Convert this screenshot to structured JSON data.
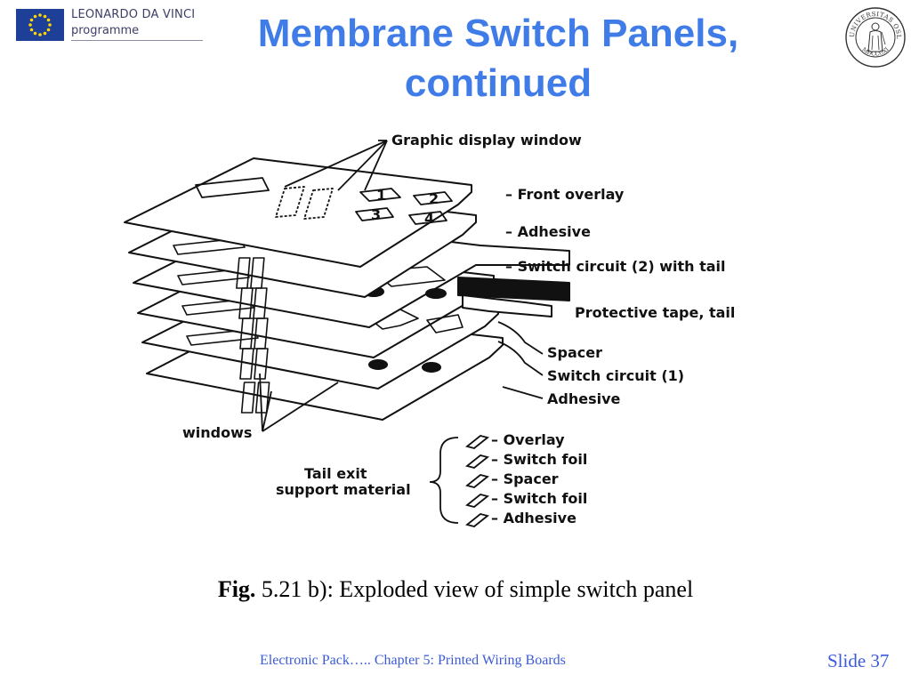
{
  "header": {
    "logo_line1": "LEONARDO DA VINCI",
    "logo_line2": "programme",
    "title_line1": "Membrane Switch Panels,",
    "title_line2": "continued"
  },
  "seal": {
    "ring_text": "UNIVERSITAS OSLOENSIS",
    "year_text": "MDCCCXI"
  },
  "figure": {
    "labels": {
      "graphic_display_window": "Graphic display window",
      "front_overlay": "– Front overlay",
      "adhesive_top": "– Adhesive",
      "switch_circuit_2": "– Switch circuit (2) with tail",
      "protective_tape": "Protective tape, tail",
      "spacer": "Spacer",
      "switch_circuit_1": "Switch circuit (1)",
      "adhesive_bottom": "Adhesive",
      "windows": "windows",
      "tail_exit_1": "Tail exit",
      "tail_exit_2": "support material"
    },
    "key_numbers": [
      "1",
      "2",
      "3",
      "4"
    ],
    "tail_stack": [
      "– Overlay",
      "– Switch foil",
      "– Spacer",
      "– Switch foil",
      "– Adhesive"
    ]
  },
  "caption": {
    "prefix": "Fig.",
    "text": " 5.21 b): Exploded view of simple switch panel"
  },
  "footer": {
    "text": "Electronic Pack…..   Chapter 5: Printed Wiring Boards",
    "slide": "Slide 37"
  },
  "colors": {
    "title": "#3f7ce8",
    "footer": "#3b5bd6",
    "eu_blue": "#1d3f97",
    "eu_star": "#ffd400"
  }
}
